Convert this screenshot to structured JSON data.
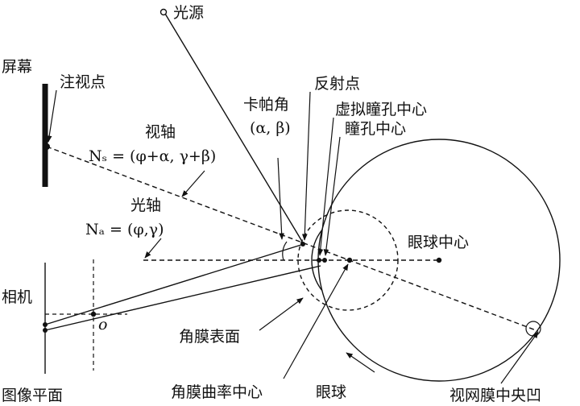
{
  "labels": {
    "light_source": "光源",
    "screen": "屏幕",
    "gaze_point": "注视点",
    "visual_axis": "视轴",
    "visual_axis_formula": "Nₛ = (φ+α, γ+β)",
    "optical_axis": "光轴",
    "optical_axis_formula": "Nₐ = (φ,γ)",
    "kappa_angle": "卡帕角",
    "kappa_angle_symbols": "(α, β)",
    "reflection_point": "反射点",
    "virtual_pupil_center": "虚拟瞳孔中心",
    "pupil_center": "瞳孔中心",
    "eyeball_center": "眼球中心",
    "camera": "相机",
    "origin": "o",
    "image_plane": "图像平面",
    "cornea_surface": "角膜表面",
    "cornea_curvature_center": "角膜曲率中心",
    "eyeball": "眼球",
    "fovea": "视网膜中央凹"
  },
  "colors": {
    "stroke": "#111111",
    "background": "#ffffff"
  }
}
